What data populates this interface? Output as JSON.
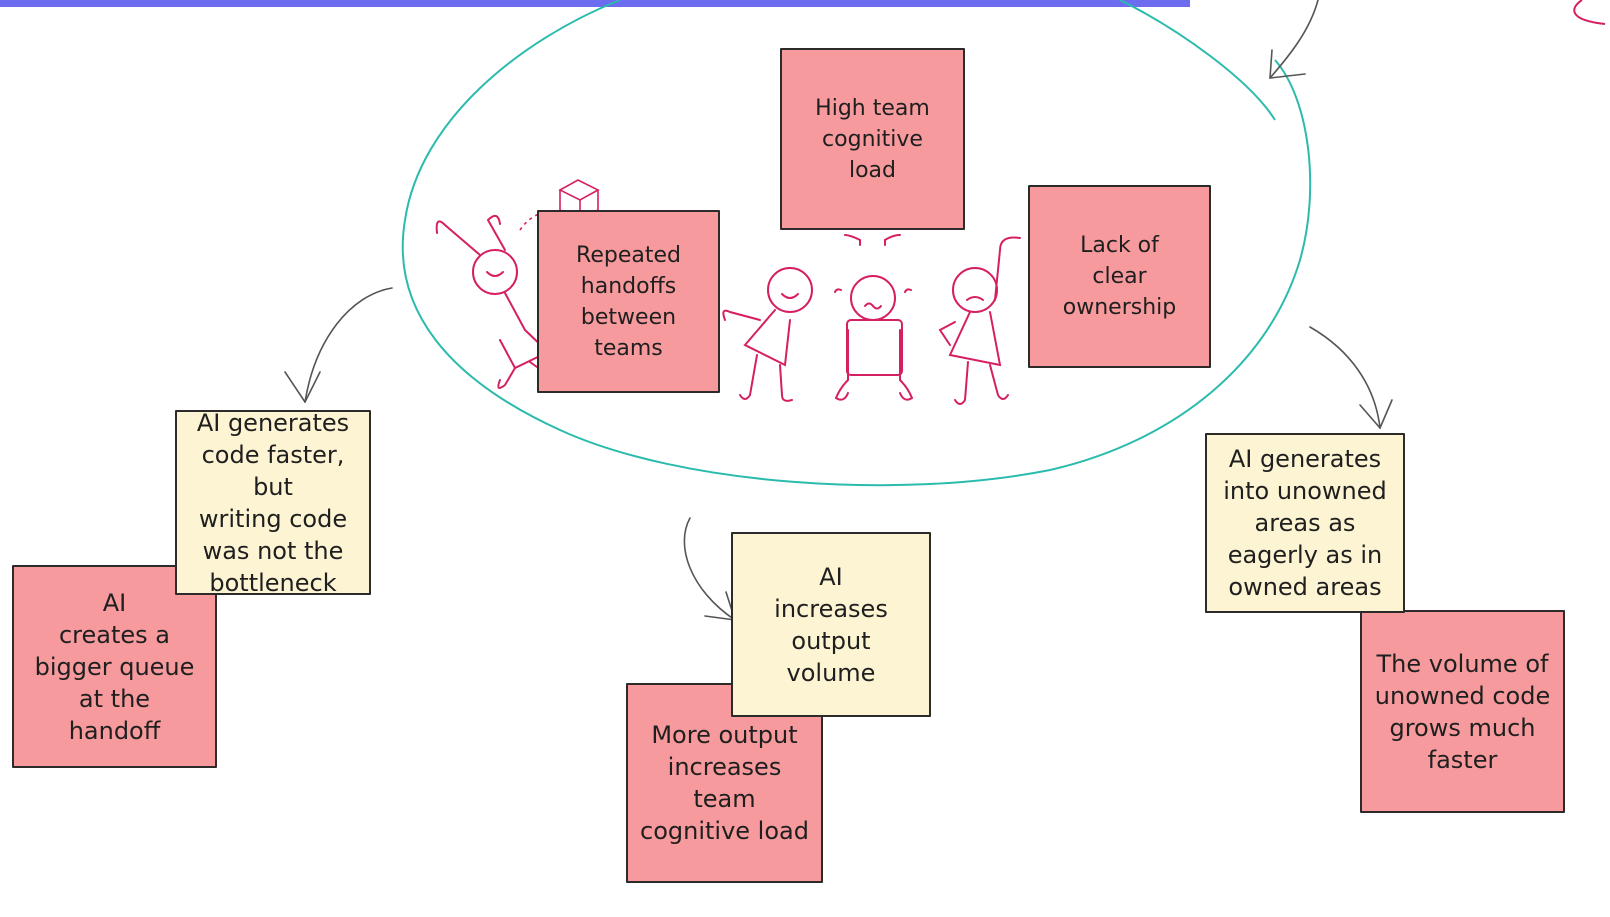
{
  "notes": {
    "high_team_load": "High team\ncognitive\nload",
    "repeated_handoffs": "Repeated\nhandoffs\nbetween\nteams",
    "lack_ownership": "Lack of\nclear\nownership",
    "ai_generates_faster": "AI generates\ncode faster, but\nwriting code\nwas not the\nbottleneck",
    "ai_bigger_queue": "AI\ncreates a\nbigger queue\nat the\nhandoff",
    "ai_increases_output": "AI\nincreases\noutput\nvolume",
    "more_output_load": "More output\nincreases team\ncognitive load",
    "ai_unowned_areas": "AI generates\ninto unowned\nareas as\neagerly as in\nowned areas",
    "unowned_code_grows": "The volume of\nunowned code\ngrows much\nfaster"
  },
  "colors": {
    "pink_note": "#f69a9d",
    "cream_note": "#fcf4d2",
    "stick_figure": "#d61f62",
    "cluster_outline": "#2bbbad",
    "top_bar": "#6d6bf0",
    "arrow": "#555555"
  },
  "icons": [
    "cube-icon",
    "stick-figure-icon",
    "curved-arrow-icon"
  ]
}
